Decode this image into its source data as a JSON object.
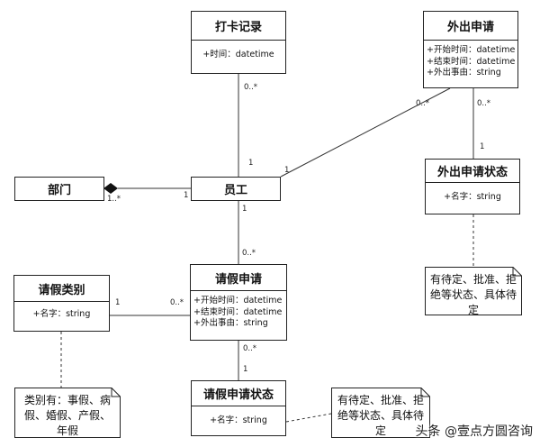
{
  "classes": {
    "punch_record": {
      "name": "打卡记录",
      "attrs": [
        "+时间：datetime"
      ]
    },
    "outing_request": {
      "name": "外出申请",
      "attrs": [
        "+开始时间：datetime",
        "+结束时间：datetime",
        "+外出事由：string"
      ]
    },
    "outing_status": {
      "name": "外出申请状态",
      "attrs": [
        "+名字：string"
      ]
    },
    "department": {
      "name": "部门"
    },
    "employee": {
      "name": "员工"
    },
    "leave_type": {
      "name": "请假类别",
      "attrs": [
        "+名字：string"
      ]
    },
    "leave_request": {
      "name": "请假申请",
      "attrs": [
        "+开始时间：datetime",
        "+结束时间：datetime",
        "+外出事由：string"
      ]
    },
    "leave_status": {
      "name": "请假申请状态",
      "attrs": [
        "+名字：string"
      ]
    }
  },
  "multiplicities": {
    "punch_many": "0..*",
    "punch_one": "1",
    "outing_many_emp": "0..*",
    "outing_one_emp": "1",
    "outing_many_status": "0..*",
    "outing_one_status": "1",
    "dept_many": "1..*",
    "dept_one": "1",
    "leave_many_emp": "0..*",
    "leave_one_emp": "1",
    "type_one": "1",
    "type_many": "0..*",
    "leave_many_status": "0..*",
    "leave_one_status": "1"
  },
  "notes": {
    "outing_status_note": "有待定、批准、拒绝等状态、具体待定",
    "leave_type_note": "类别有：事假、病假、婚假、产假、年假",
    "leave_status_note": "有待定、批准、拒绝等状态、具体待定"
  },
  "watermark": "头条 @壹点方圆咨询"
}
